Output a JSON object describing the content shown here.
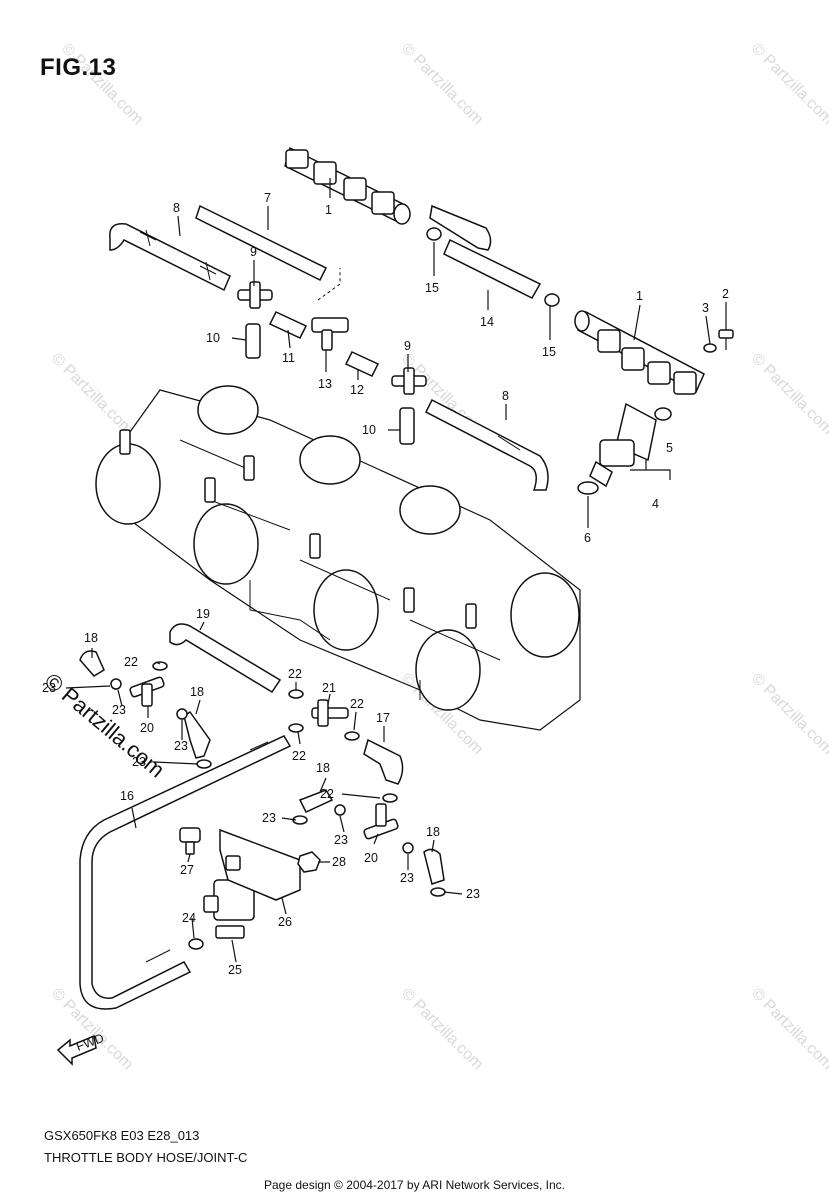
{
  "figure": {
    "title": "FIG.13",
    "model_code": "GSX650FK8 E03 E28_013",
    "section_name": "THROTTLE BODY HOSE/JOINT-C"
  },
  "footer": {
    "text": "Page design © 2004-2017 by ARI Network Services, Inc."
  },
  "watermark": {
    "text": "© Partzilla.com",
    "main_text": "© Partzilla.com"
  },
  "fwd_label": "FWD",
  "callouts": [
    {
      "id": "c1a",
      "label": "1"
    },
    {
      "id": "c1b",
      "label": "1"
    },
    {
      "id": "c2",
      "label": "2"
    },
    {
      "id": "c3",
      "label": "3"
    },
    {
      "id": "c4",
      "label": "4"
    },
    {
      "id": "c5",
      "label": "5"
    },
    {
      "id": "c6",
      "label": "6"
    },
    {
      "id": "c7",
      "label": "7"
    },
    {
      "id": "c8a",
      "label": "8"
    },
    {
      "id": "c8b",
      "label": "8"
    },
    {
      "id": "c9a",
      "label": "9"
    },
    {
      "id": "c9b",
      "label": "9"
    },
    {
      "id": "c10a",
      "label": "10"
    },
    {
      "id": "c10b",
      "label": "10"
    },
    {
      "id": "c11",
      "label": "11"
    },
    {
      "id": "c12",
      "label": "12"
    },
    {
      "id": "c13",
      "label": "13"
    },
    {
      "id": "c14",
      "label": "14"
    },
    {
      "id": "c15a",
      "label": "15"
    },
    {
      "id": "c15b",
      "label": "15"
    },
    {
      "id": "c16",
      "label": "16"
    },
    {
      "id": "c17",
      "label": "17"
    },
    {
      "id": "c18a",
      "label": "18"
    },
    {
      "id": "c18b",
      "label": "18"
    },
    {
      "id": "c18c",
      "label": "18"
    },
    {
      "id": "c18d",
      "label": "18"
    },
    {
      "id": "c19",
      "label": "19"
    },
    {
      "id": "c20a",
      "label": "20"
    },
    {
      "id": "c20b",
      "label": "20"
    },
    {
      "id": "c21",
      "label": "21"
    },
    {
      "id": "c22a",
      "label": "22"
    },
    {
      "id": "c22b",
      "label": "22"
    },
    {
      "id": "c22c",
      "label": "22"
    },
    {
      "id": "c22d",
      "label": "22"
    },
    {
      "id": "c22e",
      "label": "22"
    },
    {
      "id": "c23a",
      "label": "23"
    },
    {
      "id": "c23b",
      "label": "23"
    },
    {
      "id": "c23c",
      "label": "23"
    },
    {
      "id": "c23d",
      "label": "23"
    },
    {
      "id": "c23e",
      "label": "23"
    },
    {
      "id": "c23f",
      "label": "23"
    },
    {
      "id": "c23g",
      "label": "23"
    },
    {
      "id": "c23h",
      "label": "23"
    },
    {
      "id": "c24",
      "label": "24"
    },
    {
      "id": "c25",
      "label": "25"
    },
    {
      "id": "c26",
      "label": "26"
    },
    {
      "id": "c27",
      "label": "27"
    },
    {
      "id": "c28",
      "label": "28"
    }
  ]
}
